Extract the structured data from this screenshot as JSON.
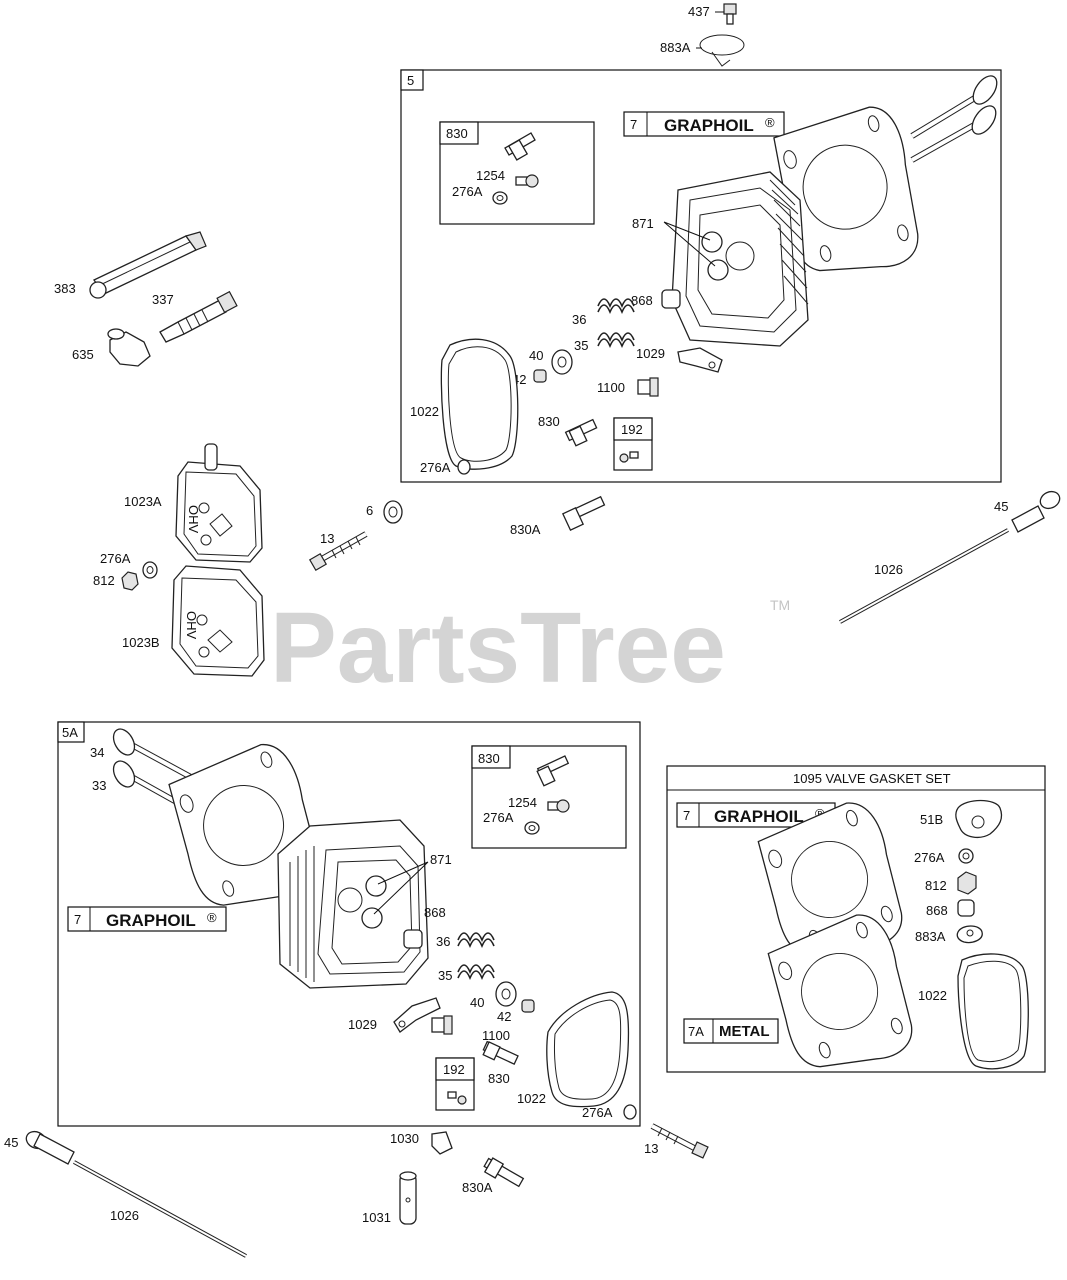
{
  "watermark": {
    "text": "PartsTree",
    "trademark": "TM"
  },
  "groups": {
    "group_5": "5",
    "group_5a": "5A",
    "gasket_set_title": "1095 VALVE GASKET SET",
    "graphoil_badge_num": "7",
    "graphoil_badge_text": "GRAPHOIL",
    "registered": "®",
    "metal_badge_num": "7A",
    "metal_badge_text": "METAL"
  },
  "callouts": {
    "p437": "437",
    "p883A": "883A",
    "p34": "34",
    "p33": "33",
    "p830": "830",
    "p1254": "1254",
    "p276A": "276A",
    "p871": "871",
    "p383": "383",
    "p337": "337",
    "p635": "635",
    "p868": "868",
    "p36": "36",
    "p35": "35",
    "p40": "40",
    "p42": "42",
    "p1029": "1029",
    "p1100": "1100",
    "p1022": "1022",
    "p192": "192",
    "p1023A": "1023A",
    "p1023B": "1023B",
    "p812": "812",
    "p6": "6",
    "p13": "13",
    "p830A": "830A",
    "p45": "45",
    "p1026": "1026",
    "p51B": "51B",
    "p1030": "1030",
    "p1031": "1031"
  }
}
